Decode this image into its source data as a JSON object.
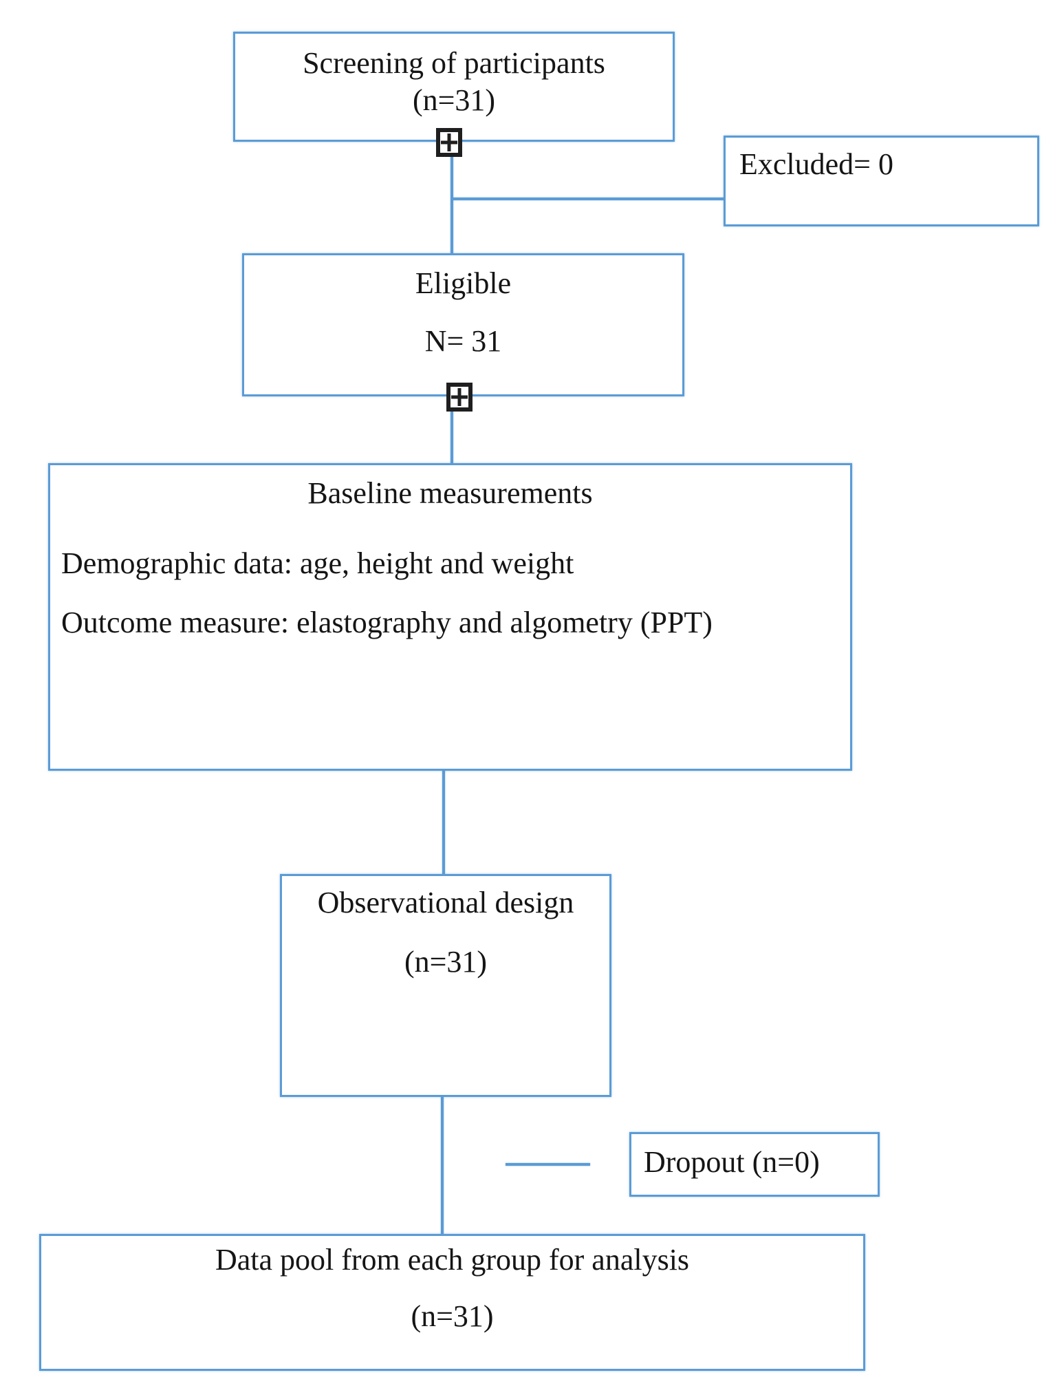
{
  "diagram": {
    "screening": {
      "line1": "Screening of participants",
      "line2": "(n=31)"
    },
    "excluded": {
      "label": "Excluded= 0"
    },
    "eligible": {
      "line1": "Eligible",
      "line2": "N= 31"
    },
    "baseline": {
      "title": "Baseline measurements",
      "item1": "Demographic data: age, height and weight",
      "item2": "Outcome measure: elastography and algometry (PPT)"
    },
    "observational": {
      "line1": "Observational design",
      "line2": "(n=31)"
    },
    "dropout": {
      "label": "Dropout (n=0)"
    },
    "datapool": {
      "line1": "Data pool from each group for analysis",
      "line2": "(n=31)"
    },
    "colors": {
      "line_blue": "#5b9bd5",
      "text": "#151515",
      "anchor_black": "#1f1f1f",
      "background": "#ffffff"
    }
  }
}
